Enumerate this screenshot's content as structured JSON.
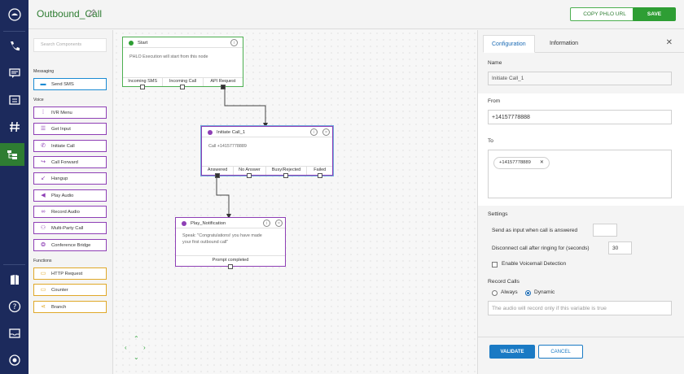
{
  "app": {
    "flow_title": "Outbound_Call"
  },
  "toolbar": {
    "copy_label": "COPY PHLO URL",
    "save_label": "SAVE"
  },
  "rail": {
    "items": [
      "phone-icon",
      "messages-icon",
      "numbers-icon",
      "hash-icon",
      "phlo-icon",
      "docs-icon",
      "help-icon",
      "inbox-icon",
      "settings-icon"
    ],
    "active": "phlo-icon"
  },
  "components": {
    "search_placeholder": "Search Components",
    "messaging_heading": "Messaging",
    "messaging": [
      {
        "label": "Send SMS",
        "icon": "sms-icon"
      }
    ],
    "voice_heading": "Voice",
    "voice": [
      {
        "label": "IVR Menu",
        "icon": "dialpad-icon"
      },
      {
        "label": "Get Input",
        "icon": "input-icon"
      },
      {
        "label": "Initiate Call",
        "icon": "phone-icon"
      },
      {
        "label": "Call Forward",
        "icon": "forward-icon"
      },
      {
        "label": "Hangup",
        "icon": "hangup-icon"
      },
      {
        "label": "Play Audio",
        "icon": "speaker-icon"
      },
      {
        "label": "Record Audio",
        "icon": "voicemail-icon"
      },
      {
        "label": "Multi-Party Call",
        "icon": "multiparty-icon"
      },
      {
        "label": "Conference Bridge",
        "icon": "conference-icon"
      }
    ],
    "functions_heading": "Functions",
    "functions": [
      {
        "label": "HTTP Request",
        "icon": "http-icon"
      },
      {
        "label": "Counter",
        "icon": "counter-icon"
      },
      {
        "label": "Branch",
        "icon": "branch-icon"
      }
    ]
  },
  "nodes": {
    "start": {
      "title": "Start",
      "body": "PHLO Execution will start from this node",
      "ports": [
        "Incoming SMS",
        "Incoming Call",
        "API Request"
      ],
      "color": "#4caf50"
    },
    "initiate": {
      "title": "Initiate Call_1",
      "body": "Call +14157778889",
      "ports": [
        "Answered",
        "No Answer",
        "Busy/Rejected",
        "Failed"
      ],
      "color": "#8e3fb5"
    },
    "play": {
      "title": "Play_Notification",
      "body_line1": "Speak: \"Congratulations! you have made",
      "body_line2": "your first outbound call\"",
      "ports": [
        "Prompt completed"
      ],
      "color": "#8e3fb5"
    }
  },
  "panel": {
    "tabs": [
      "Configuration",
      "Information"
    ],
    "name_label": "Name",
    "name_value": "Initiate Call_1",
    "from_label": "From",
    "from_value": "+14157778888",
    "to_label": "To",
    "to_chip": "+14157778889",
    "settings_label": "Settings",
    "send_input_label": "Send as input when call is answered",
    "send_input_value": "",
    "disconnect_label": "Disconnect call after ringing for (seconds)",
    "disconnect_value": "30",
    "voicemail_label": "Enable Voicemail Detection",
    "voicemail_checked": false,
    "record_label": "Record Calls",
    "record_options": [
      "Always",
      "Dynamic"
    ],
    "record_selected": "Dynamic",
    "record_placeholder": "The audio will record only if this variable is true",
    "validate_label": "VALIDATE",
    "cancel_label": "CANCEL"
  }
}
